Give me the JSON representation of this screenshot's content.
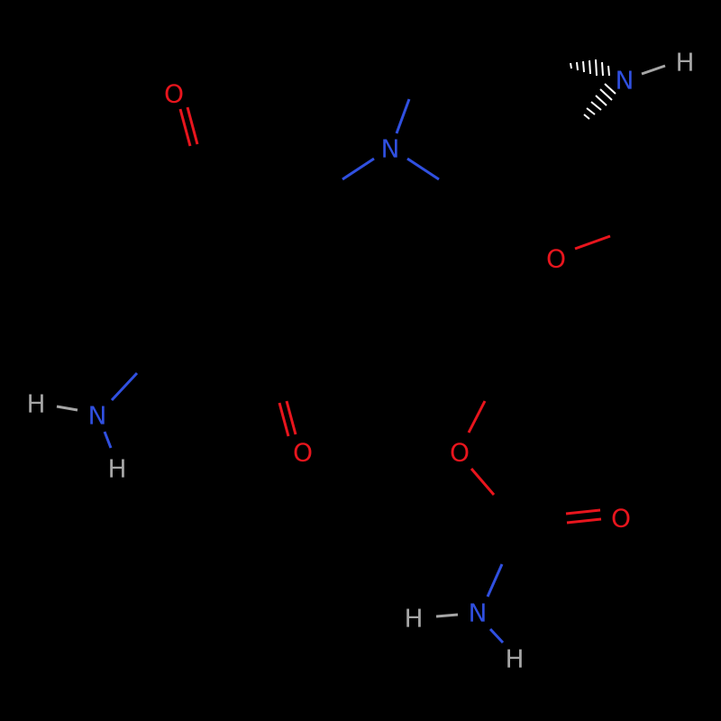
{
  "colors": {
    "background": "#000000",
    "oxygen": "#E8151D",
    "nitrogen": "#3050E0",
    "hydrogen": "#A6A6A6"
  },
  "atoms": {
    "o_top": "O",
    "n_ring": "N",
    "n_aziridine": "N",
    "h_aziridine": "H",
    "o_methoxy": "O",
    "n_amine": "N",
    "h_amine_left": "H",
    "h_amine_bottom": "H",
    "o_bottom": "O",
    "o_ester": "O",
    "o_carbonyl": "O",
    "n_carbamate": "N",
    "h_carbamate_left": "H",
    "h_carbamate_bottom": "H"
  }
}
